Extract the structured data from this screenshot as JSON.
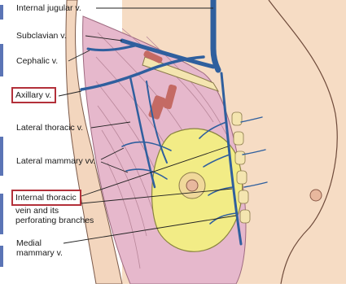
{
  "labels": {
    "internal_jugular": "Internal jugular v.",
    "subclavian": "Subclavian v.",
    "cephalic": "Cephalic v.",
    "axillary": "Axillary v.",
    "lateral_thoracic": "Lateral thoracic v.",
    "lateral_mammary": "Lateral mammary vv.",
    "internal_thoracic": [
      "Internal thoracic",
      "vein and its",
      "perforating branches"
    ],
    "medial_mammary": [
      "Medial",
      "mammary v."
    ]
  },
  "colors": {
    "skin": "#f6dcc4",
    "muscle": "#e6b8cc",
    "vein": "#2f5f9e",
    "gland": "#f2ec86",
    "highlight_box": "#b3303a",
    "edge_bar": "#5b74b5"
  }
}
